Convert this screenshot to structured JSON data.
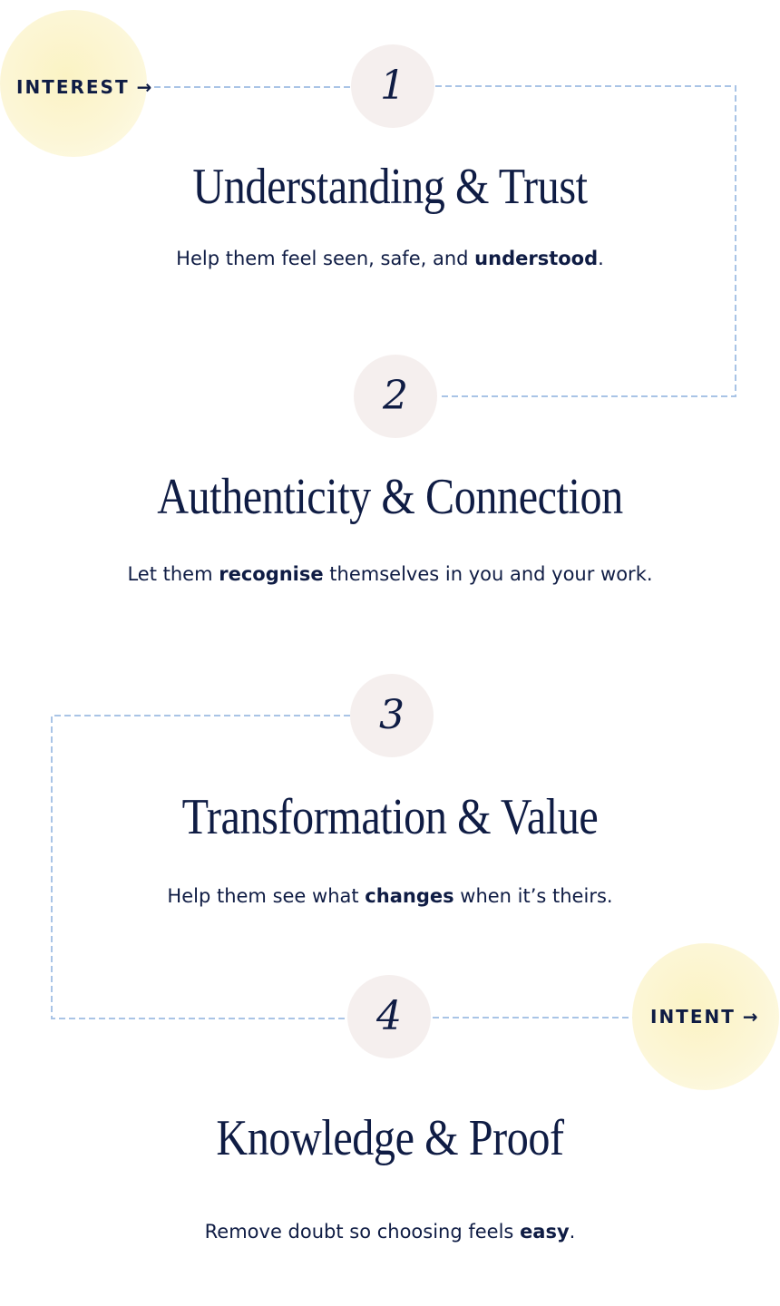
{
  "labels": {
    "interest": "INTEREST",
    "intent": "INTENT",
    "arrow": "→"
  },
  "steps": [
    {
      "number": "1",
      "heading": "Understanding & Trust",
      "desc_pre": "Help them feel seen, safe, and ",
      "desc_bold": "understood",
      "desc_post": "."
    },
    {
      "number": "2",
      "heading": "Authenticity & Connection",
      "desc_pre": "Let them ",
      "desc_bold": "recognise",
      "desc_post": " themselves in you and your work."
    },
    {
      "number": "3",
      "heading": "Transformation & Value",
      "desc_pre": "Help them see what ",
      "desc_bold": "changes",
      "desc_post": " when it’s theirs."
    },
    {
      "number": "4",
      "heading": "Knowledge & Proof",
      "desc_pre": "Remove doubt so choosing feels ",
      "desc_bold": "easy",
      "desc_post": "."
    }
  ],
  "colors": {
    "text": "#0f1c44",
    "dash": "#a9c4e6",
    "number_circle": "#f5efee",
    "blob": "#fbf3c4"
  }
}
